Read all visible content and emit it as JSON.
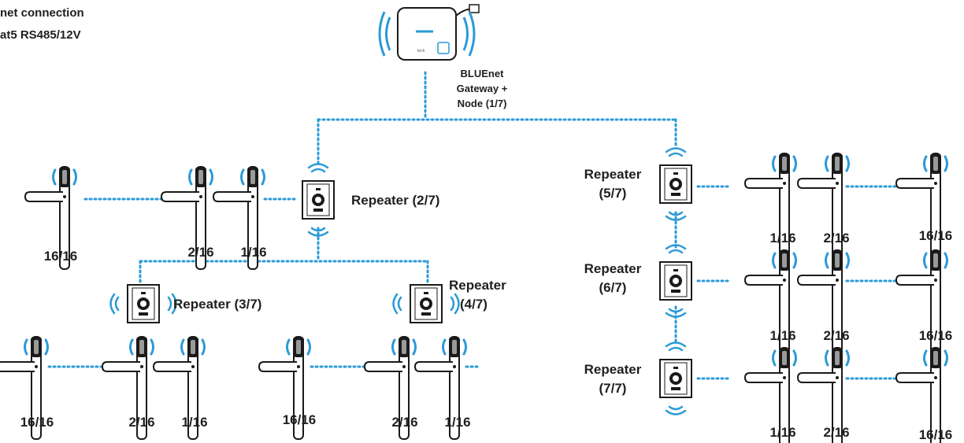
{
  "header": {
    "line1": "net connection",
    "line2": "at5 RS485/12V"
  },
  "gateway": {
    "label_lines": [
      "BLUEnet",
      "Gateway +",
      "Node (1/7)"
    ]
  },
  "repeaters": [
    {
      "id": "r2",
      "label": "Repeater (2/7)"
    },
    {
      "id": "r3",
      "label": "Repeater (3/7)"
    },
    {
      "id": "r4",
      "label_lines": [
        "Repeater",
        "(4/7)"
      ]
    },
    {
      "id": "r5",
      "label_lines": [
        "Repeater",
        "(5/7)"
      ]
    },
    {
      "id": "r6",
      "label_lines": [
        "Repeater",
        "(6/7)"
      ]
    },
    {
      "id": "r7",
      "label_lines": [
        "Repeater",
        "(7/7)"
      ]
    }
  ],
  "lock_labels": {
    "r2": [
      "16/16",
      "2/16",
      "1/16"
    ],
    "r3": [
      "16/16",
      "2/16",
      "1/16"
    ],
    "r4": [
      "16/16",
      "2/16",
      "1/16"
    ],
    "r5": [
      "1/16",
      "2/16",
      "16/16"
    ],
    "r6": [
      "1/16",
      "2/16",
      "16/16"
    ],
    "r7": [
      "1/16",
      "2/16",
      "16/16"
    ]
  },
  "colors": {
    "link": "#2b9ad8",
    "device": "#1a1a1a",
    "device_bg": "#ffffff"
  }
}
